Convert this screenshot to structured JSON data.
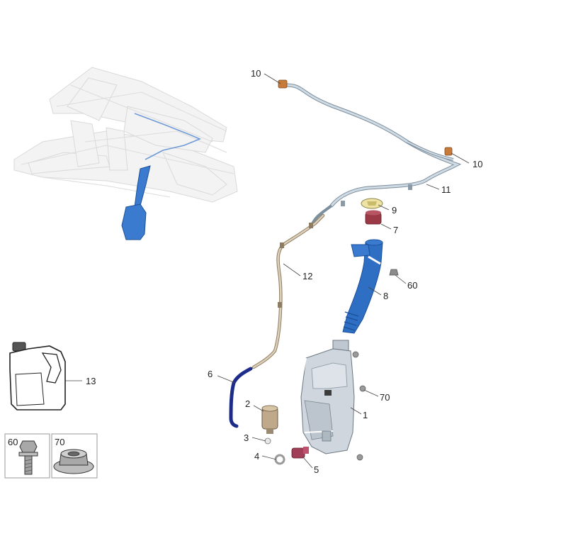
{
  "colors": {
    "part_blue": "#2e6fc4",
    "part_blue_dark": "#1b4f9a",
    "hose_grey": "#9fb1bf",
    "hose_tan": "#c8b79e",
    "tank_grey": "#cfd6dd",
    "cap_yellow": "#efe3a4",
    "seal_red": "#9b3a46",
    "context_grey": "#e4e4e4"
  },
  "callouts": {
    "c1": "1",
    "c2": "2",
    "c3": "3",
    "c4": "4",
    "c5": "5",
    "c6": "6",
    "c7": "7",
    "c8": "8",
    "c9": "9",
    "c10a": "10",
    "c10b": "10",
    "c11": "11",
    "c12": "12",
    "c13": "13",
    "c60a": "60",
    "c60b": "60",
    "c70a": "70",
    "c70b": "70"
  },
  "icons": {
    "overview": "vehicle-front-overview-icon",
    "fluid_container": "fluid-jerrycan-icon",
    "bolt": "bolt-icon",
    "nut": "flange-nut-icon"
  }
}
